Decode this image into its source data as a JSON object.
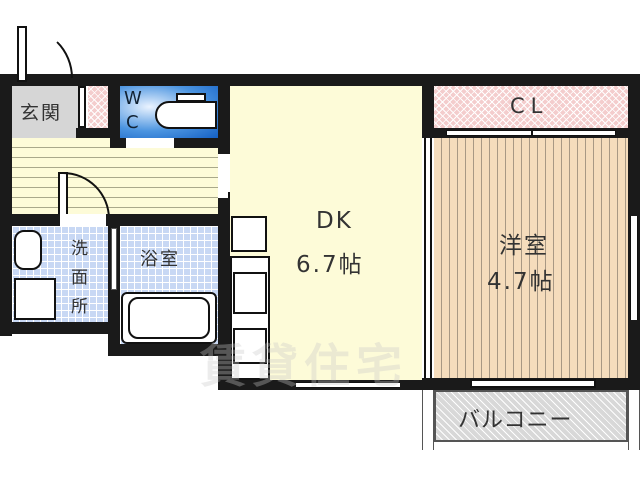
{
  "floorplan": {
    "rooms": {
      "entrance": {
        "label": "玄関"
      },
      "wc": {
        "label_w": "W",
        "label_c": "C"
      },
      "dk": {
        "name": "DK",
        "size": "6.7帖"
      },
      "western_room": {
        "name": "洋室",
        "size": "4.7帖"
      },
      "closet": {
        "label": "CL"
      },
      "washroom": {
        "label_1": "洗",
        "label_2": "面",
        "label_3": "所"
      },
      "bathroom": {
        "label": "浴室"
      },
      "balcony": {
        "label": "バルコニー"
      }
    },
    "watermark": "賃貸住宅",
    "colors": {
      "wall": "#1a1a1a",
      "entrance": "#d6d6d6",
      "wc": "#1a6fd0",
      "dk": "#fdfbd8",
      "western_room": "#f5dcbc",
      "closet": "#f4cdcd",
      "wet_area": "#c8d8f4",
      "balcony": "#d8d8d8"
    }
  }
}
